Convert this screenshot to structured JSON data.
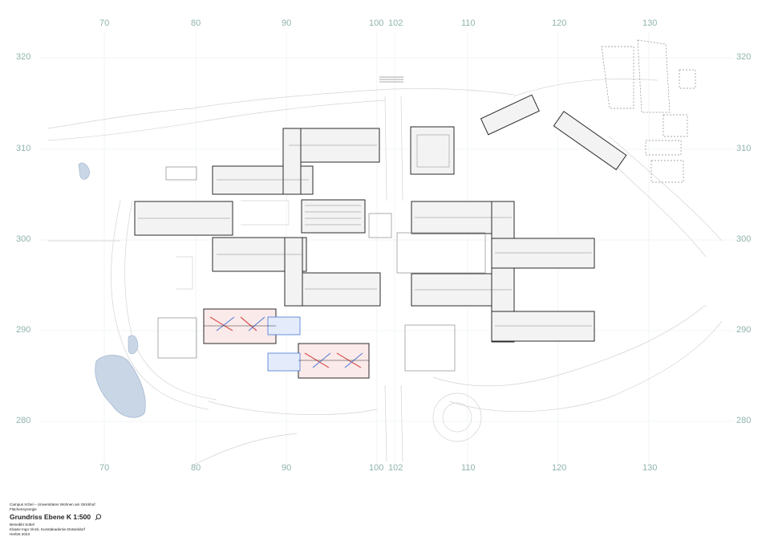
{
  "grid": {
    "x_labels_top": [
      "70",
      "80",
      "90",
      "100",
      "102",
      "110",
      "120",
      "130"
    ],
    "x_labels_bottom": [
      "70",
      "80",
      "90",
      "100",
      "102",
      "110",
      "120",
      "130"
    ],
    "y_labels_left": [
      "320",
      "310",
      "300",
      "290",
      "280"
    ],
    "y_labels_right": [
      "320",
      "310",
      "300",
      "290",
      "280"
    ],
    "label_color": "#8fb3ad",
    "line_color": "#e6eeec"
  },
  "plan": {
    "building_stroke": "#2b2b2b",
    "site_stroke": "#cfcfcf",
    "highlight_red": "#d9534f",
    "highlight_blue": "#4a78d4",
    "water_fill": "#c9d6e6"
  },
  "titleblock": {
    "project_line1": "Campus Irchel – Universitäres Wohnen am Strickhof",
    "project_line2": "Flächensynergie",
    "drawing_title": "Grundriss Ebene K 1:500",
    "search_icon": "search-icon",
    "author": "Benedikt Sobel",
    "class_line": "Klasse Ingo Vinck, Kunstakademie Düsseldorf",
    "term": "Herbst 2023"
  }
}
